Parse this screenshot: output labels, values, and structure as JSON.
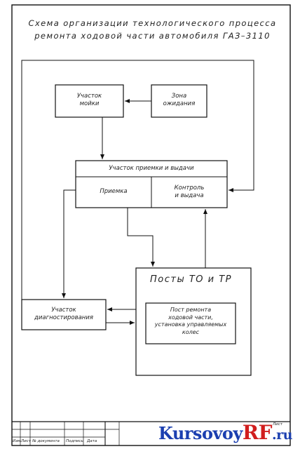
{
  "title": {
    "line1": "Схема организации технологического процесса",
    "line2": "ремонта ходовой части автомобиля ГАЗ–3110"
  },
  "blocks": {
    "washing": "Участок\nмойки",
    "waiting": "Зона\nожидания",
    "reception_area": "Участок приемки и выдачи",
    "reception": "Приемка",
    "control": "Контроль\nи выдача",
    "posts": "Посты ТО и ТР",
    "repair_post": "Пост ремонта\nходовой части,\nустановка управляемых\nколес",
    "diagnostics": "Участок\nдиагностирования"
  },
  "stamp": {
    "sheet_label": "Лист",
    "columns": [
      "Изм.",
      "Лист",
      "№ документа",
      "Подпись",
      "Дата"
    ]
  },
  "watermark": {
    "part1": "Kursovoy",
    "part2": "RF",
    "part3": ".ru"
  }
}
